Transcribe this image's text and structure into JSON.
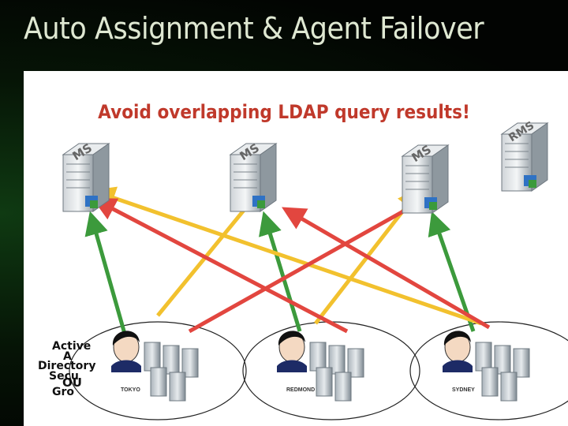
{
  "slide": {
    "title": "Auto Assignment & Agent Failover",
    "headline": "Avoid overlapping LDAP query results!"
  },
  "servers": [
    {
      "label": "MS"
    },
    {
      "label": "MS"
    },
    {
      "label": "MS"
    },
    {
      "label": "RMS"
    }
  ],
  "sites": [
    {
      "name": "TOKYO"
    },
    {
      "name": "REDMOND"
    },
    {
      "name": "SYDNEY"
    }
  ],
  "overlay_labels": {
    "line1": "Active",
    "line2": "A",
    "line3": "Directory",
    "line4": "Secu",
    "line5": "OU",
    "line6": "Gro"
  },
  "colors": {
    "title": "#dfe8d2",
    "headline": "#c0392b",
    "arrow_green": "#3c9a3c",
    "arrow_yellow": "#f2c12e",
    "arrow_red": "#e2463f"
  }
}
